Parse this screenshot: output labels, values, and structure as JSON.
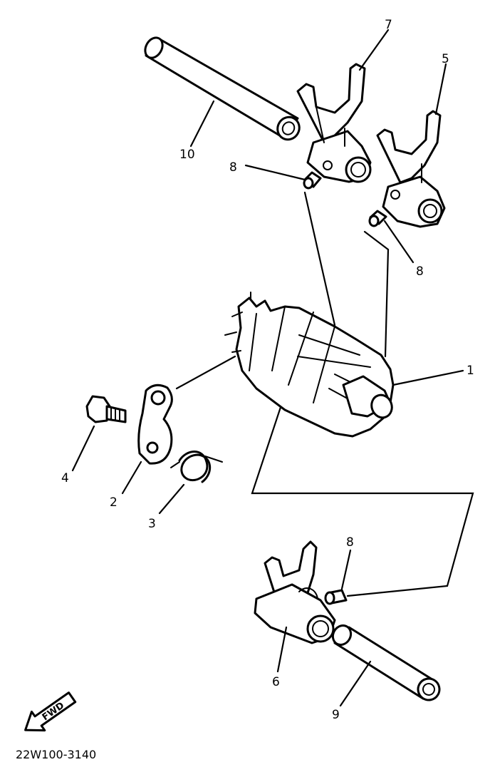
{
  "diagram": {
    "drawing_code": "22W100-3140",
    "direction_label": "FWD",
    "callouts": [
      "1",
      "2",
      "3",
      "4",
      "5",
      "6",
      "7",
      "8",
      "8",
      "8",
      "9",
      "10"
    ]
  }
}
